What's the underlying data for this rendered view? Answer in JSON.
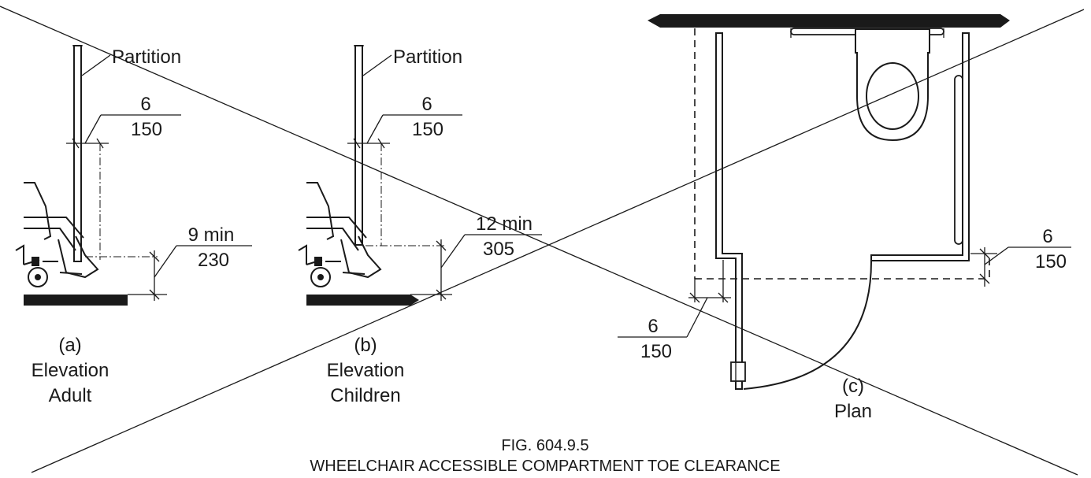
{
  "labels": {
    "partition_a": "Partition",
    "partition_b": "Partition",
    "dim_a_top": "6",
    "dim_a_bottom": "150",
    "dim_a2_top": "9 min",
    "dim_a2_bottom": "230",
    "dim_b_top": "6",
    "dim_b_bottom": "150",
    "dim_b2_top": "12 min",
    "dim_b2_bottom": "305",
    "dim_c_right_top": "6",
    "dim_c_right_bottom": "150",
    "dim_c_left_top": "6",
    "dim_c_left_bottom": "150",
    "caption_a_letter": "(a)",
    "caption_a_line1": "Elevation",
    "caption_a_line2": "Adult",
    "caption_b_letter": "(b)",
    "caption_b_line1": "Elevation",
    "caption_b_line2": "Children",
    "caption_c_letter": "(c)",
    "caption_c_line1": "Plan",
    "figure_number": "FIG. 604.9.5",
    "figure_title": "WHEELCHAIR ACCESSIBLE COMPARTMENT TOE CLEARANCE"
  }
}
